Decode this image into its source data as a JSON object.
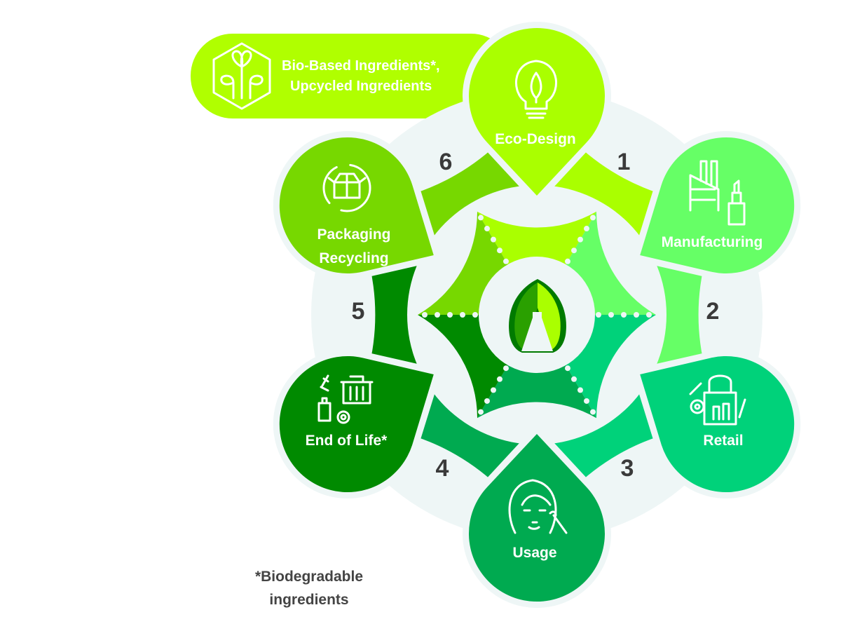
{
  "colors": {
    "background_pale": "#eef6f6",
    "eco_design": "#aaff00",
    "manufacturing": "#66ff66",
    "retail": "#00d27a",
    "usage": "#00aa50",
    "end_of_life": "#008a00",
    "packaging_recycling": "#77d800",
    "banner": "#b0ff00",
    "number_text": "#3a3a3a"
  },
  "banner": {
    "icon": "sprout-hexagon-icon",
    "line1": "Bio-Based Ingredients*,",
    "line2": "Upcycled Ingredients"
  },
  "stages": [
    {
      "number": "1",
      "label": "Eco-Design",
      "icon": "lightbulb-leaf-icon"
    },
    {
      "number": "2",
      "label": "Manufacturing",
      "icon": "factory-lipstick-icon"
    },
    {
      "number": "3",
      "label": "Retail",
      "icon": "shopping-bag-cosmetics-icon"
    },
    {
      "number": "4",
      "label": "Usage",
      "icon": "face-brush-icon"
    },
    {
      "number": "5",
      "label": "End of Life*",
      "icon": "trash-bottles-icon"
    },
    {
      "number": "6",
      "label_line1": "Packaging",
      "label_line2": "Recycling",
      "icon": "box-recycle-icon"
    }
  ],
  "center": {
    "icon": "leaf-flask-icon"
  },
  "footnote": {
    "line1": "*Biodegradable",
    "line2": "ingredients"
  }
}
